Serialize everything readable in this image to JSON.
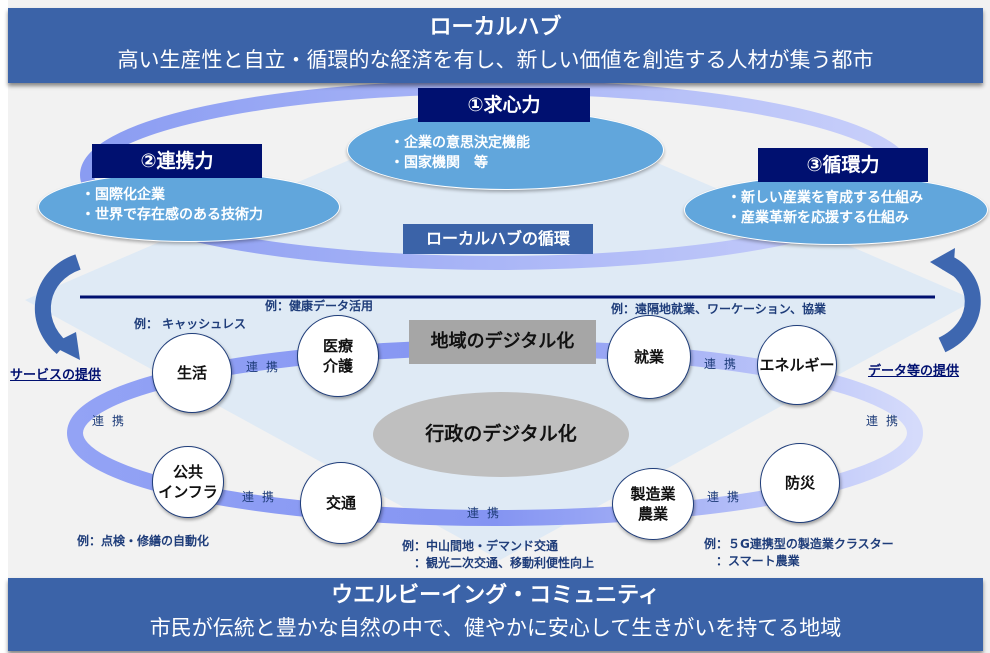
{
  "header": {
    "title": "ローカルハブ",
    "subtitle": "高い生産性と自立・循環的な経済を有し、新しい価値を創造する人材が集う都市"
  },
  "footer": {
    "title": "ウエルビーイング・コミュニティ",
    "subtitle": "市民が伝統と豊かな自然の中で、健やかに安心して生きがいを持てる地域"
  },
  "forces": [
    {
      "label": "①求心力",
      "items": [
        "・企業の意思決定機能",
        "・国家機関　等"
      ]
    },
    {
      "label": "②連携力",
      "items": [
        "・国際化企業",
        "・世界で存在感のある技術力"
      ]
    },
    {
      "label": "③循環力",
      "items": [
        "・新しい産業を育成する仕組み",
        "・産業革新を応援する仕組み"
      ]
    }
  ],
  "hub_cycle_label": "ローカルハブの循環",
  "regional_digital": "地域のデジタル化",
  "admin_digital": "行政のデジタル化",
  "side_labels": {
    "left": "サービスの提供",
    "right": "データ等の提供"
  },
  "nodes": [
    {
      "id": "life",
      "label": [
        "生活"
      ]
    },
    {
      "id": "medical",
      "label": [
        "医療",
        "介護"
      ]
    },
    {
      "id": "work",
      "label": [
        "就業"
      ]
    },
    {
      "id": "energy",
      "label": [
        "エネルギー"
      ]
    },
    {
      "id": "infra",
      "label": [
        "公共",
        "インフラ"
      ]
    },
    {
      "id": "traffic",
      "label": [
        "交通"
      ]
    },
    {
      "id": "manufacturing",
      "label": [
        "製造業",
        "農業"
      ]
    },
    {
      "id": "disaster",
      "label": [
        "防災"
      ]
    }
  ],
  "link_label": "連携",
  "examples": {
    "life": [
      "例： キャッシュレス"
    ],
    "medical": [
      "例：健康データ活用"
    ],
    "work": [
      "例：遠隔地就業、ワーケーション、協業"
    ],
    "infra": [
      "例：点検・修繕の自動化"
    ],
    "traffic": [
      "例：中山間地・デマンド交通",
      "　：観光二次交通、移動利便性向上"
    ],
    "manufacturing": [
      "例：５G連携型の製造業クラスター",
      "　：スマート農業"
    ]
  },
  "colors": {
    "banner": "#3b63a8",
    "navy": "#001070",
    "ellipse": "#61a6dc",
    "ring": "#a9b4f5",
    "gray": "#a6a6a6",
    "background": "#f2f2f2"
  }
}
